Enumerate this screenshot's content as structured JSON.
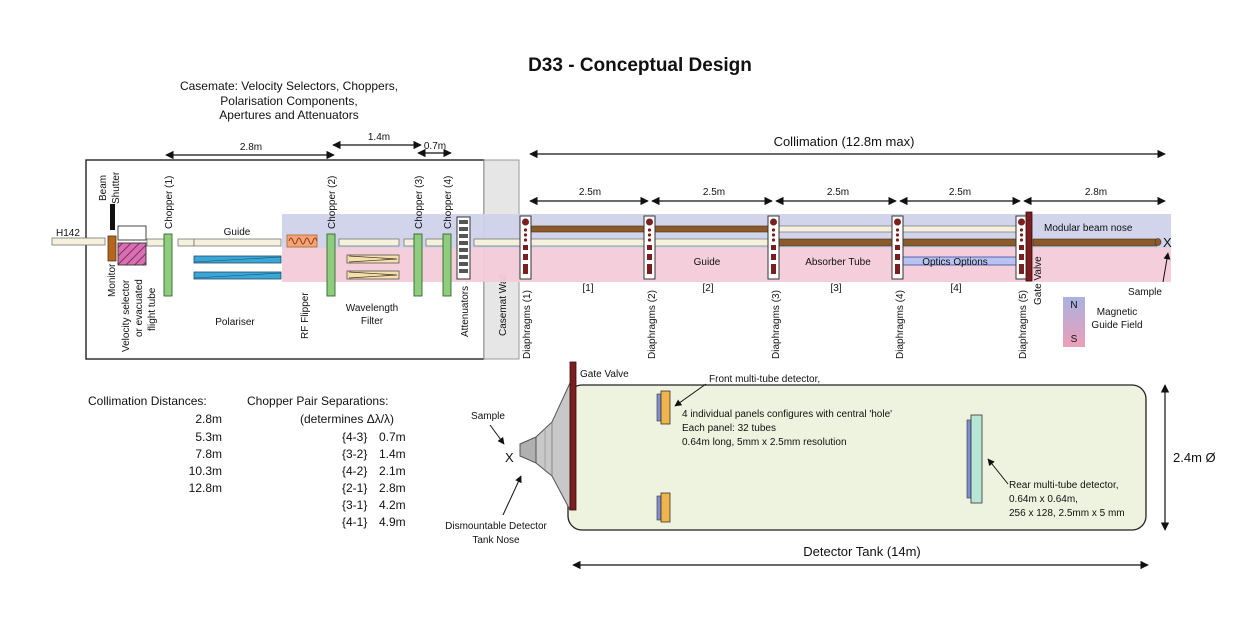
{
  "title": "D33 - Conceptual Design",
  "casemate_caption": [
    "Casemate:  Velocity Selectors, Choppers,",
    "Polarisation Components,",
    "Apertures and Attenuators"
  ],
  "dims": {
    "d_2_8_a": "2.8m",
    "d_1_4": "1.4m",
    "d_0_7": "0.7m",
    "collimation": "Collimation (12.8m max)",
    "seg1": "2.5m",
    "seg2": "2.5m",
    "seg3": "2.5m",
    "seg4": "2.5m",
    "seg5": "2.8m",
    "detector_tank": "Detector Tank (14m)",
    "tank_diameter": "2.4m Ø"
  },
  "components": {
    "h142": "H142",
    "beam_shutter": "Beam Shutter",
    "monitor": "Monitor",
    "velocity_selector": [
      "Velocity selector",
      "or evacuated",
      "flight tube"
    ],
    "chopper1": "Chopper (1)",
    "chopper2": "Chopper (2)",
    "chopper3": "Chopper (3)",
    "chopper4": "Chopper (4)",
    "guide": "Guide",
    "polariser": "Polariser",
    "rf_flipper": "RF Flipper",
    "wavelength_filter": [
      "Wavelength",
      "Filter"
    ],
    "attenuators": "Attenuators",
    "casemat_wall": "Casemat Wall",
    "diaphragms1": "Diaphragms (1)",
    "diaphragms2": "Diaphragms (2)",
    "diaphragms3": "Diaphragms (3)",
    "diaphragms4": "Diaphragms (4)",
    "diaphragms5": "Diaphragms (5)",
    "idx1": "[1]",
    "idx2": "[2]",
    "idx3": "[3]",
    "idx4": "[4]",
    "guide_coll": "Guide",
    "absorber_tube": "Absorber Tube",
    "optics_options": "Optics Options",
    "modular_beam_nose": "Modular beam nose",
    "gate_valve": "Gate Valve",
    "sample": "Sample",
    "x_mark": "X",
    "n": "N",
    "s": "S",
    "magnetic_guide_field": [
      "Magnetic",
      "Guide Field"
    ]
  },
  "tank": {
    "gate_valve": "Gate Valve",
    "sample": "Sample",
    "x_mark": "X",
    "nose_label": [
      "Dismountable Detector",
      "Tank Nose"
    ],
    "front_detector": [
      "Front multi-tube detector,",
      "4 individual panels configures with central 'hole'",
      "Each panel: 32 tubes",
      "0.64m long, 5mm x 2.5mm resolution"
    ],
    "rear_detector": [
      "Rear multi-tube detector,",
      "0.64m x 0.64m,",
      "256 x 128, 2.5mm x 5 mm"
    ]
  },
  "collimation_distances": {
    "heading": "Collimation Distances:",
    "values": [
      "2.8m",
      "5.3m",
      "7.8m",
      "10.3m",
      "12.8m"
    ]
  },
  "chopper_pairs": {
    "heading": "Chopper Pair Separations:",
    "subheading": "(determines Δλ/λ)",
    "rows": [
      {
        "pair": "{4-3}",
        "value": "0.7m"
      },
      {
        "pair": "{3-2}",
        "value": "1.4m"
      },
      {
        "pair": "{4-2}",
        "value": "2.1m"
      },
      {
        "pair": "{2-1}",
        "value": "2.8m"
      },
      {
        "pair": "{3-1}",
        "value": "4.2m"
      },
      {
        "pair": "{4-1}",
        "value": "4.9m"
      }
    ]
  },
  "colors": {
    "guide_fill": "#f5f1dc",
    "chopper_green": "#8fcc7f",
    "polariser_blue": "#3ba6d6",
    "brown": "#8b5a2b",
    "dark_red": "#7a1f1f",
    "field_blue": "#c9cbe6",
    "field_pink": "#f1c9d7",
    "tank_fill": "#eef3df",
    "detector_orange": "#f0b44a"
  }
}
